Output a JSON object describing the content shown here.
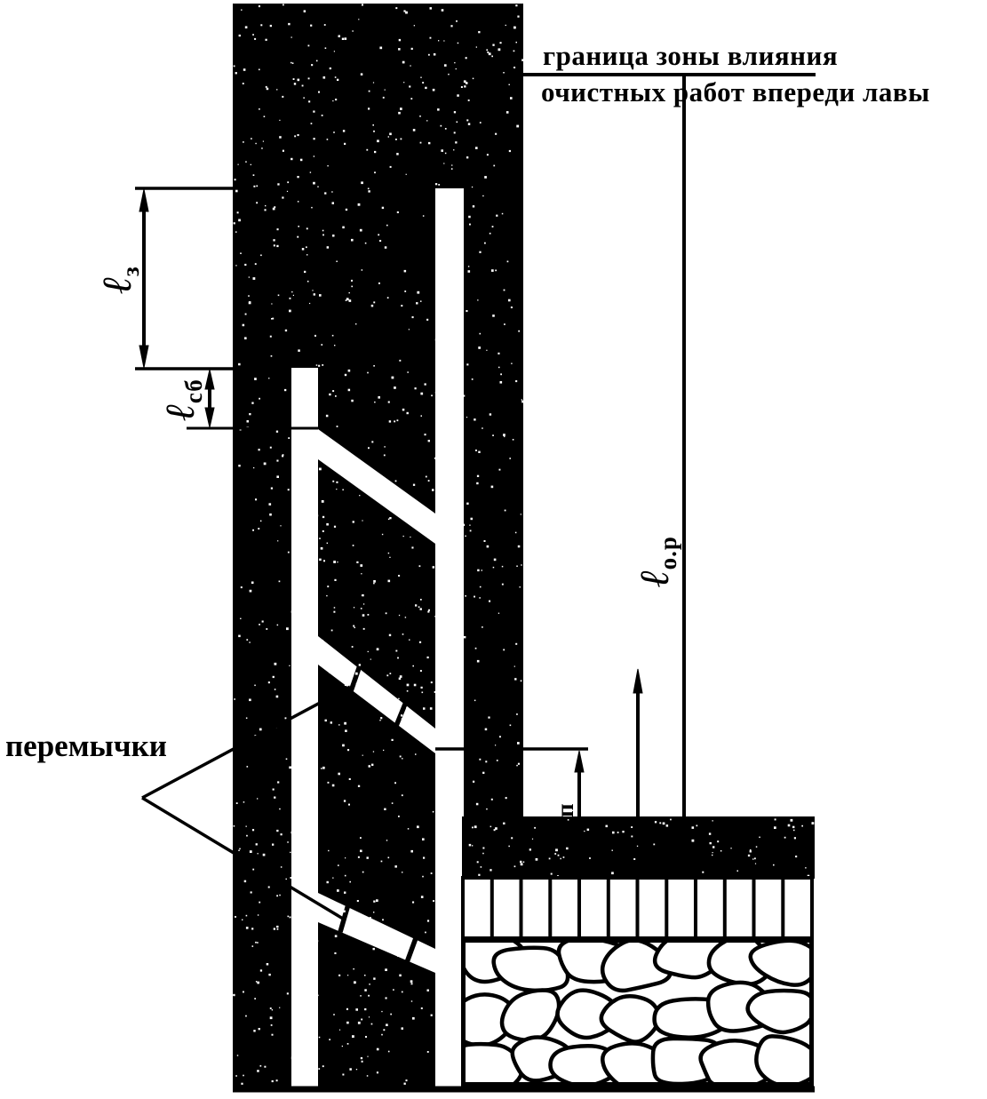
{
  "diagram": {
    "labels": {
      "boundary_line1": "граница зоны влияния",
      "boundary_line2": "очистных работ впереди лавы",
      "stoppings": "перемычки"
    },
    "dimensions": {
      "lz": {
        "base": "ℓ",
        "sub": "з"
      },
      "lsb": {
        "base": "ℓ",
        "sub": "сб"
      },
      "lsp": {
        "base": "",
        "sub": "сп"
      },
      "lor": {
        "base": "ℓ",
        "sub": "о.р"
      }
    },
    "colors": {
      "ink": "#000000",
      "paper": "#ffffff"
    }
  }
}
